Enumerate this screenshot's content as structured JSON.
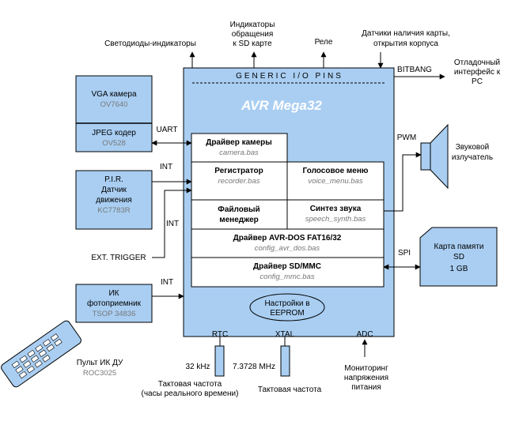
{
  "mcu": {
    "title": "AVR Mega32",
    "pins_label": "GENERIC I/O PINS"
  },
  "top_labels": {
    "leds": "Светодиоды-индикаторы",
    "sd_ind_1": "Индикаторы",
    "sd_ind_2": "обращения",
    "sd_ind_3": "к SD карте",
    "relay": "Реле",
    "sensors_1": "Датчики наличия карты,",
    "sensors_2": "открытия корпуса",
    "debug_1": "Отладочный",
    "debug_2": "интерфейс к",
    "debug_3": "PC",
    "bitbang": "BITBANG"
  },
  "left_blocks": {
    "vga_title": "VGA камера",
    "vga_sub": "OV7640",
    "jpeg_title": "JPEG кодер",
    "jpeg_sub": "OV528",
    "pir_1": "P.I.R.",
    "pir_2": "Датчик",
    "pir_3": "движения",
    "pir_sub": "KC7783R",
    "ir_1": "ИК",
    "ir_2": "фотоприемник",
    "ir_sub": "TSOP 34836",
    "uart": "UART",
    "int1": "INT",
    "int2": "INT",
    "int3": "INT",
    "ext_trigger": "EXT. TRIGGER",
    "remote_1": "Пульт ИК ДУ",
    "remote_2": "ROC3025"
  },
  "drivers": {
    "camera_title": "Драйвер камеры",
    "camera_file": "camera.bas",
    "recorder_title": "Регистратор",
    "recorder_file": "recorder.bas",
    "voice_title": "Голосовое меню",
    "voice_file": "voice_menu.bas",
    "fm_title_1": "Файловый",
    "fm_title_2": "менеджер",
    "synth_title": "Синтез звука",
    "synth_file": "speech_synth.bas",
    "fat_title": "Драйвер AVR-DOS FAT16/32",
    "fat_file": "config_avr_dos.bas",
    "sd_title": "Драйвер SD/MMC",
    "sd_file": "config_mmc.bas",
    "eeprom_1": "Настройки в",
    "eeprom_2": "EEPROM"
  },
  "right_blocks": {
    "pwm": "PWM",
    "speaker_1": "Звуковой",
    "speaker_2": "излучатель",
    "spi": "SPI",
    "card_1": "Карта памяти",
    "card_2": "SD",
    "card_3": "1 GB"
  },
  "bottom_labels": {
    "rtc": "RTC",
    "xtal": "XTAL",
    "adc": "ADC",
    "rtc_freq": "32 kHz",
    "xtal_freq": "7.3728 MHz",
    "rtc_desc_1": "Тактовая частота",
    "rtc_desc_2": "(часы реального времени)",
    "xtal_desc": "Тактовая частота",
    "adc_desc_1": "Мониторинг",
    "adc_desc_2": "напряжения",
    "adc_desc_3": "питания"
  },
  "colors": {
    "block_fill": "#a9cef2",
    "line": "#000000",
    "sub_text": "#777777"
  }
}
